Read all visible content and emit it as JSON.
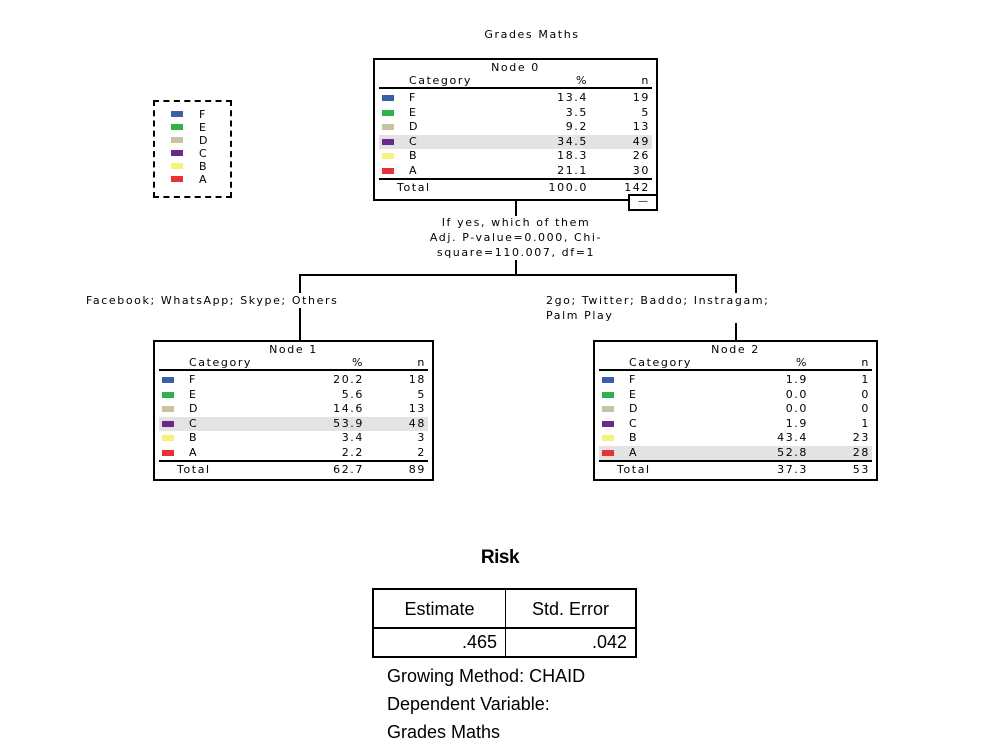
{
  "title": "Grades Maths",
  "colors": {
    "F": "#3a5fa8",
    "E": "#2fb24a",
    "D": "#c8c4a0",
    "C": "#6a2a86",
    "B": "#f6f27a",
    "A": "#e8303a"
  },
  "legend": [
    "F",
    "E",
    "D",
    "C",
    "B",
    "A"
  ],
  "headers": {
    "category": "Category",
    "pct": "%",
    "n": "n",
    "total": "Total"
  },
  "nodes": [
    {
      "name": "Node 0",
      "highlight": "C",
      "rows": [
        {
          "cat": "F",
          "pct": "13.4",
          "n": "19"
        },
        {
          "cat": "E",
          "pct": "3.5",
          "n": "5"
        },
        {
          "cat": "D",
          "pct": "9.2",
          "n": "13"
        },
        {
          "cat": "C",
          "pct": "34.5",
          "n": "49"
        },
        {
          "cat": "B",
          "pct": "18.3",
          "n": "26"
        },
        {
          "cat": "A",
          "pct": "21.1",
          "n": "30"
        }
      ],
      "total_pct": "100.0",
      "total_n": "142"
    },
    {
      "name": "Node 1",
      "highlight": "C",
      "rows": [
        {
          "cat": "F",
          "pct": "20.2",
          "n": "18"
        },
        {
          "cat": "E",
          "pct": "5.6",
          "n": "5"
        },
        {
          "cat": "D",
          "pct": "14.6",
          "n": "13"
        },
        {
          "cat": "C",
          "pct": "53.9",
          "n": "48"
        },
        {
          "cat": "B",
          "pct": "3.4",
          "n": "3"
        },
        {
          "cat": "A",
          "pct": "2.2",
          "n": "2"
        }
      ],
      "total_pct": "62.7",
      "total_n": "89"
    },
    {
      "name": "Node 2",
      "highlight": "A",
      "rows": [
        {
          "cat": "F",
          "pct": "1.9",
          "n": "1"
        },
        {
          "cat": "E",
          "pct": "0.0",
          "n": "0"
        },
        {
          "cat": "D",
          "pct": "0.0",
          "n": "0"
        },
        {
          "cat": "C",
          "pct": "1.9",
          "n": "1"
        },
        {
          "cat": "B",
          "pct": "43.4",
          "n": "23"
        },
        {
          "cat": "A",
          "pct": "52.8",
          "n": "28"
        }
      ],
      "total_pct": "37.3",
      "total_n": "53"
    }
  ],
  "collapse_label": "—",
  "split": [
    "If yes, which of them",
    "Adj. P-value=0.000, Chi-",
    "square=110.007, df=1"
  ],
  "branch_left": "Facebook; WhatsApp; Skype; Others",
  "branch_right": [
    "2go; Twitter; Baddo; Instragam;",
    "Palm Play"
  ],
  "risk": {
    "title": "Risk",
    "headers": [
      "Estimate",
      "Std. Error"
    ],
    "values": [
      ".465",
      ".042"
    ],
    "notes": [
      "Growing Method: CHAID",
      "Dependent Variable:",
      "Grades Maths"
    ]
  }
}
